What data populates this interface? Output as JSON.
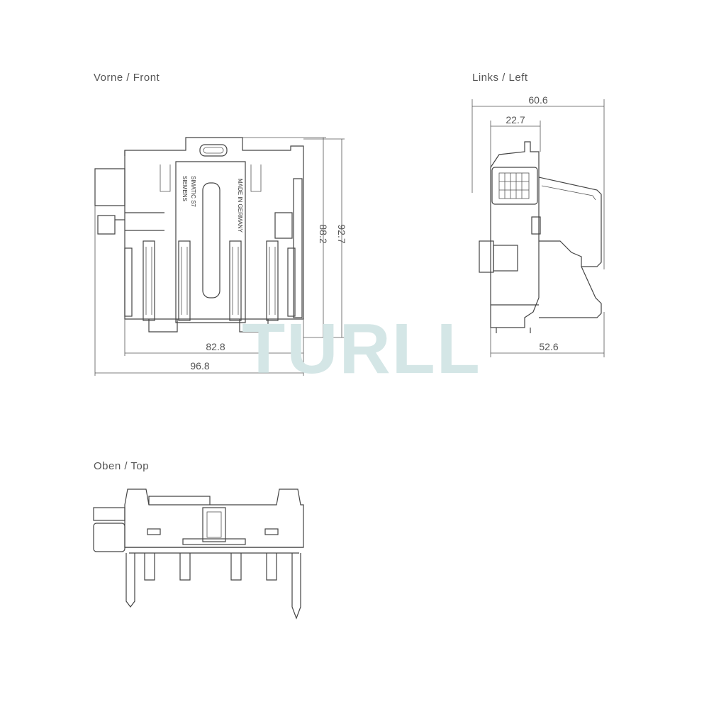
{
  "views": {
    "front": {
      "title": "Vorne  /  Front"
    },
    "left": {
      "title": "Links  /  Left"
    },
    "top": {
      "title": "Oben  /  Top"
    }
  },
  "dimensions": {
    "front_width_inner": "82.8",
    "front_width_outer": "96.8",
    "front_height_inner": "88.2",
    "front_height_outer": "92.7",
    "left_depth_total": "60.6",
    "left_depth_partial": "22.7",
    "left_depth_base": "52.6"
  },
  "part_markings": {
    "brand": "SIEMENS",
    "model": "SIMATIC S7",
    "origin": "MADE IN GERMANY"
  },
  "watermark": {
    "text": "TURLL",
    "color": "#d4e6e6"
  },
  "colors": {
    "line": "#444444",
    "text": "#555555"
  }
}
